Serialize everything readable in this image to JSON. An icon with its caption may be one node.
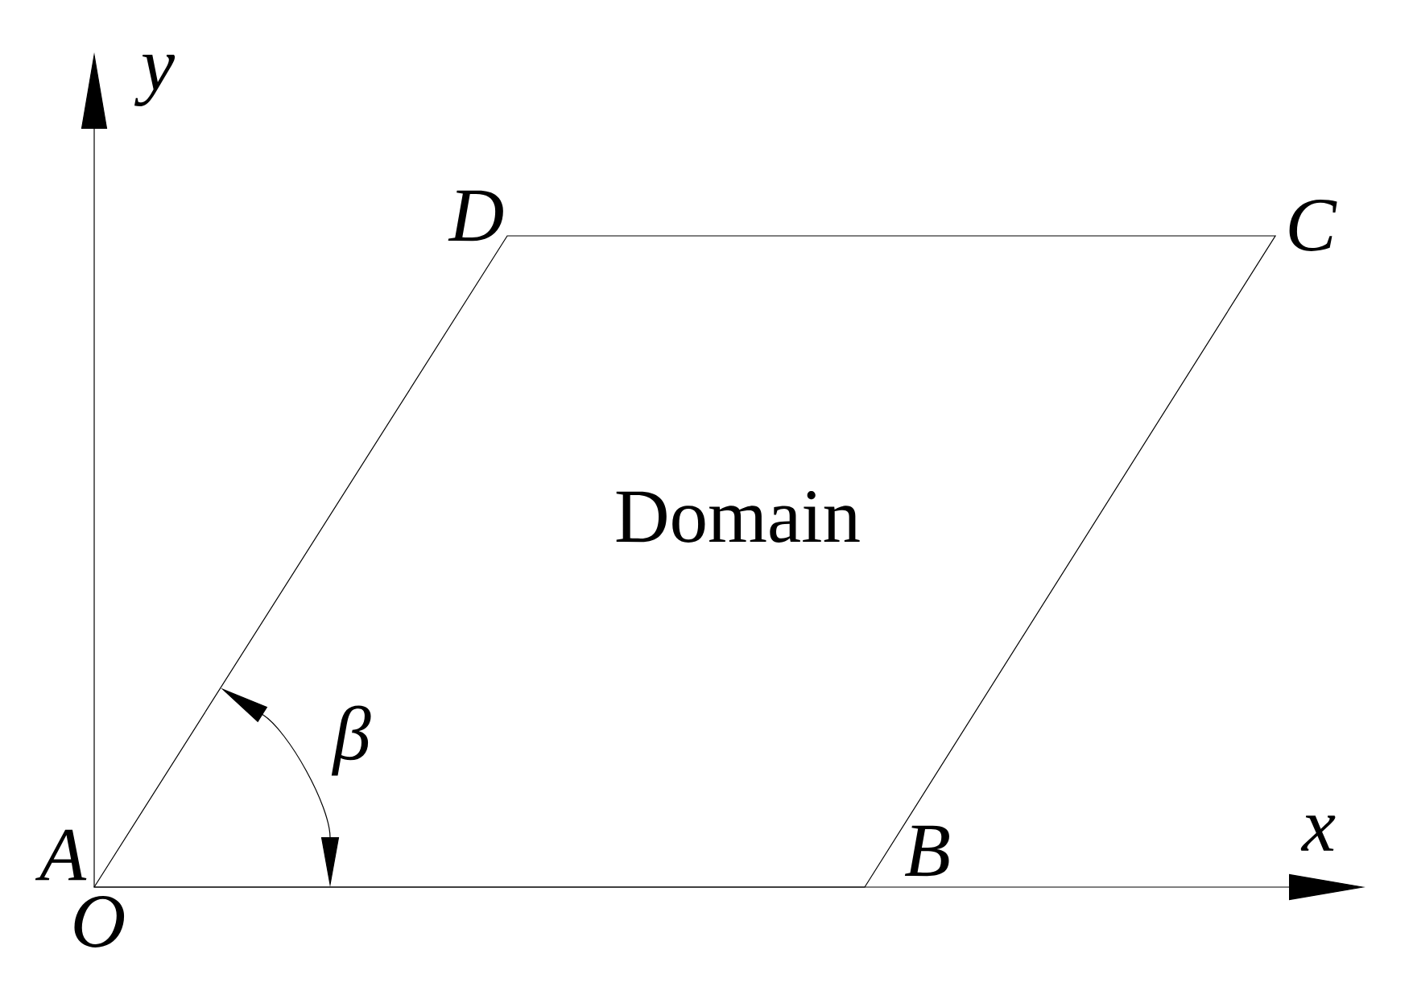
{
  "diagram": {
    "nodes": [
      {
        "text": [
          "Domain"
        ]
      }
    ],
    "labels": [
      "y",
      "D",
      "C",
      "β",
      "A",
      "B",
      "x",
      "O"
    ]
  }
}
